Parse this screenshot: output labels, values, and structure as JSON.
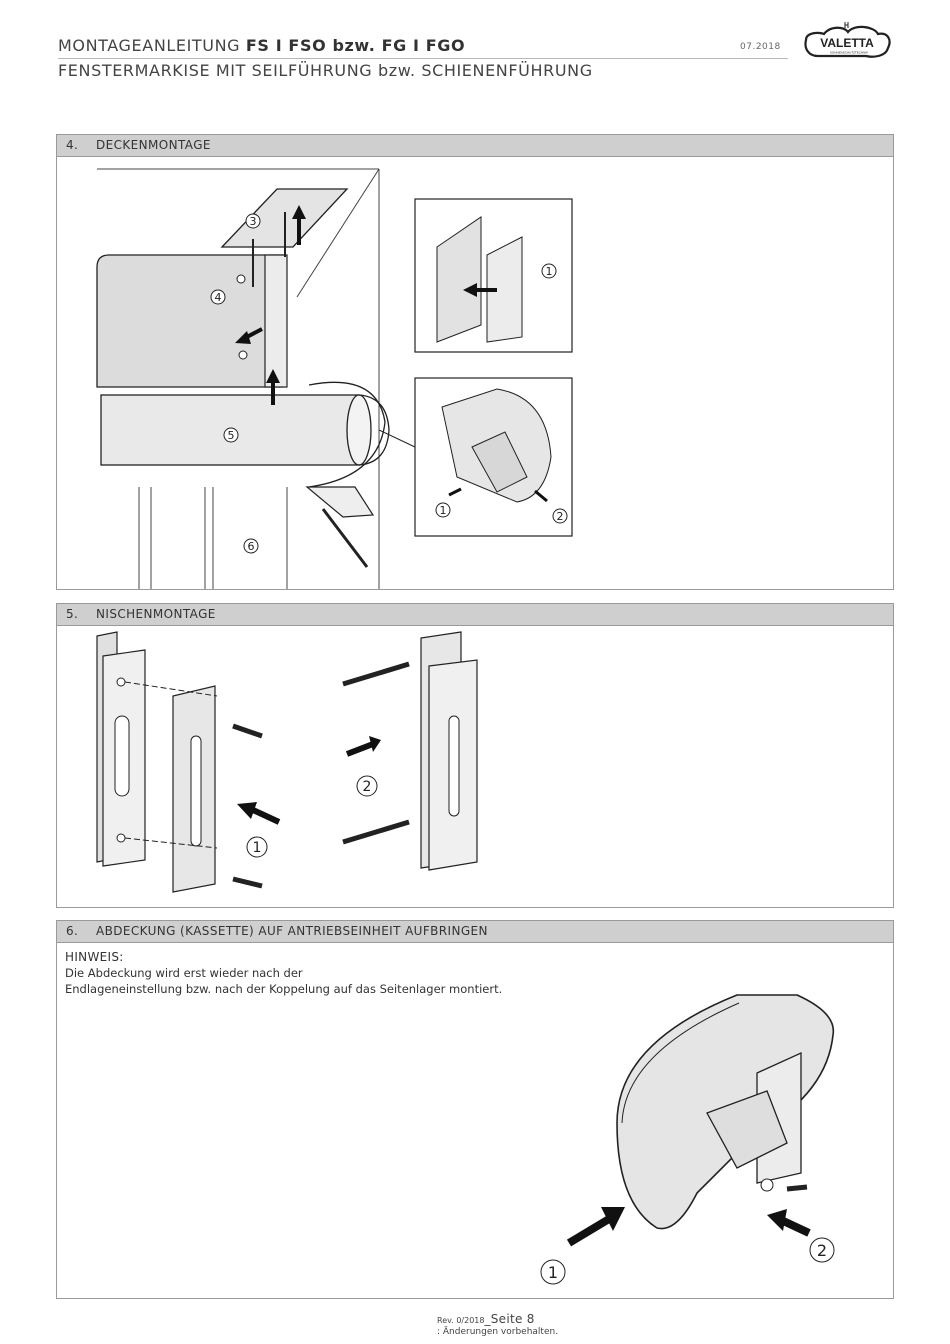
{
  "header": {
    "title_prefix": "MONTAGEANLEITUNG",
    "title_bold": "FS I FSO bzw. FG I FGO",
    "subtitle": "FENSTERMARKISE MIT SEILFÜHRUNG bzw. SCHIENENFÜHRUNG",
    "date": "07.2018",
    "logo_text": "VALETTA",
    "logo_tagline": "SONNENSCHUTZTECHNIK"
  },
  "sections": [
    {
      "number": "4.",
      "title": "DECKENMONTAGE",
      "callouts": [
        "3",
        "4",
        "5",
        "6",
        "1",
        "1",
        "2"
      ]
    },
    {
      "number": "5.",
      "title": "NISCHENMONTAGE",
      "callouts": [
        "1",
        "2"
      ]
    },
    {
      "number": "6.",
      "title": "ABDECKUNG (KASSETTE) AUF ANTRIEBSEINHEIT AUFBRINGEN",
      "hint_label": "HINWEIS:",
      "hint_line1": "Die Abdeckung wird erst wieder nach der",
      "hint_line2": "Endlageneinstellung bzw. nach der Koppelung auf das Seitenlager montiert.",
      "callouts": [
        "1",
        "2"
      ]
    }
  ],
  "footer": {
    "rev": "Rev. 0/2018",
    "page": "_Seite  8",
    "note": ": Änderungen vorbehalten."
  }
}
